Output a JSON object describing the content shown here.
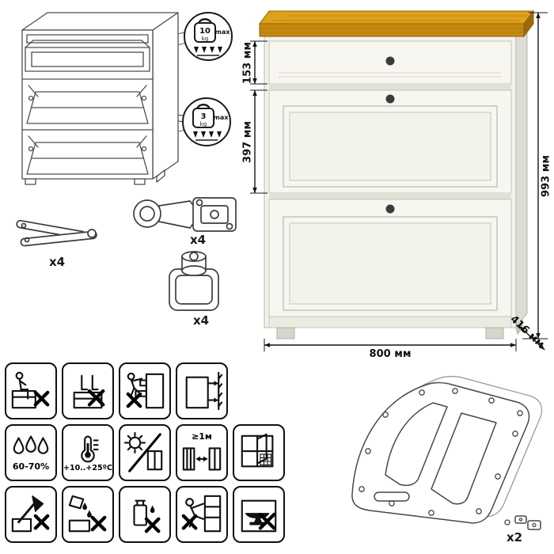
{
  "load_limits": {
    "drawer": {
      "value": "10",
      "unit": "kg",
      "note": "max"
    },
    "flap": {
      "value": "3",
      "unit": "kg",
      "note": "max"
    }
  },
  "hardware": {
    "stay": {
      "qty": "x4"
    },
    "hinge": {
      "qty": "x4"
    },
    "foot": {
      "qty": "x4"
    },
    "frame": {
      "qty": "x2"
    }
  },
  "dimensions": {
    "drawer_height": "153 мм",
    "flap_height": "397 мм",
    "total_height": "993 мм",
    "width": "800 мм",
    "depth": "416 мм"
  },
  "care": {
    "humidity": "60-70%",
    "temperature": "+10..+25ºC",
    "heat_distance": "≥1м"
  },
  "colors": {
    "wood_top": "#C4880F",
    "wood_top_light": "#DFA11C",
    "wood_top_dark": "#9A6B08",
    "body": "#F2F1EA",
    "body_shadow": "#DDDCD3",
    "knob": "#3B3B3B"
  },
  "warning_icons": [
    "do-not-sit-icon",
    "do-not-stand-icon",
    "do-not-climb-drawers-icon",
    "anchor-to-wall-icon",
    "humidity-icon",
    "temperature-icon",
    "no-direct-sunlight-icon",
    "heat-source-distance-icon",
    "ventilation-window-icon",
    "no-sharp-impact-icon",
    "no-spilled-liquids-icon",
    "no-solvents-icon",
    "no-climbing-children-icon",
    "no-heavy-loads-icon"
  ]
}
